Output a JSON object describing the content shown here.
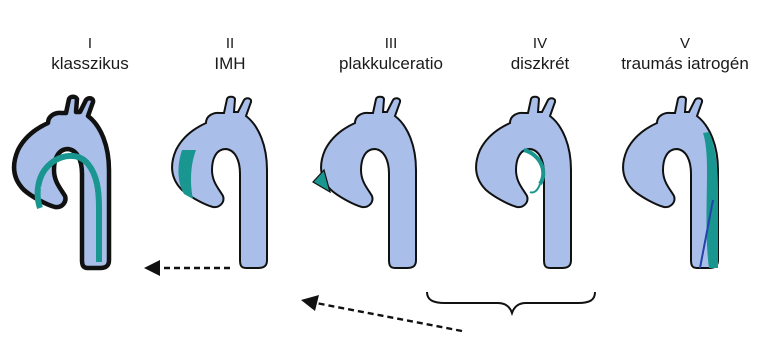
{
  "classes": [
    {
      "numeral": "I",
      "name": "klasszikus"
    },
    {
      "numeral": "II",
      "name": "IMH"
    },
    {
      "numeral": "III",
      "name": "plakkulceratio"
    },
    {
      "numeral": "IV",
      "name": "diszkrét"
    },
    {
      "numeral": "V",
      "name": "traumás iatrogén"
    }
  ],
  "colors": {
    "aorta_fill": "#a9bfe9",
    "outline": "#111111",
    "lesion": "#1a9690",
    "needle": "#2244aa"
  }
}
